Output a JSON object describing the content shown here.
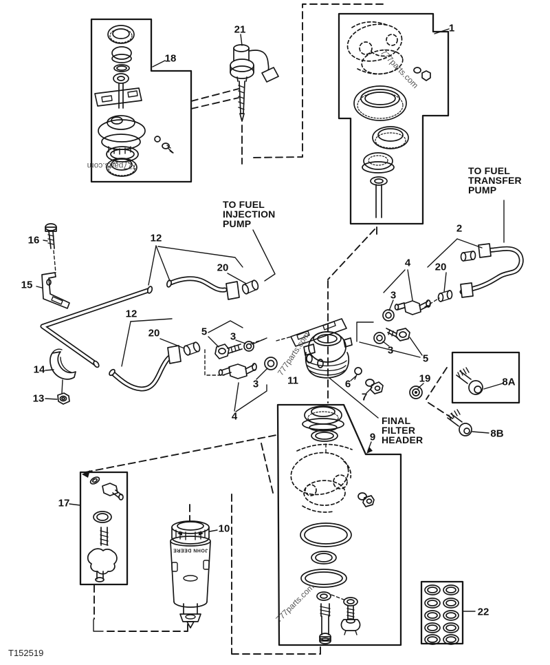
{
  "figure": {
    "drawing_number": "T152519",
    "watermark_text": "777parts.com",
    "filter_brand": "JOHN DEERE",
    "line_color": "#161616",
    "background_color": "#ffffff"
  },
  "labels": {
    "p1": "1",
    "p2": "2",
    "p3": "3",
    "p4": "4",
    "p5": "5",
    "p6": "6",
    "p7": "7",
    "p8a": "8A",
    "p8b": "8B",
    "p9": "9",
    "p10": "10",
    "p11": "11",
    "p12": "12",
    "p13": "13",
    "p14": "14",
    "p15": "15",
    "p16": "16",
    "p17": "17",
    "p18": "18",
    "p19": "19",
    "p20": "20",
    "p21": "21",
    "p22": "22"
  },
  "annotations": {
    "injection_pump": [
      "TO FUEL",
      "INJECTION",
      "PUMP"
    ],
    "transfer_pump": [
      "TO FUEL",
      "TRANSFER",
      "PUMP"
    ],
    "final_filter_header": [
      "FINAL",
      "FILTER",
      "HEADER"
    ]
  }
}
